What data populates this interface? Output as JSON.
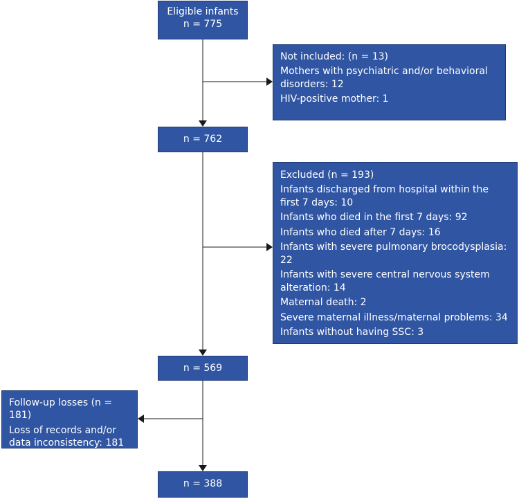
{
  "flowchart": {
    "eligible": {
      "title": "Eligible infants",
      "count": "n = 775"
    },
    "not_included": {
      "title": "Not included: (n = 13)",
      "items": [
        "Mothers with psychiatric and/or behavioral disorders: 12",
        "HIV-positive mother: 1"
      ]
    },
    "stage2": {
      "count": "n = 762"
    },
    "excluded": {
      "title": "Excluded (n = 193)",
      "items": [
        "Infants discharged from hospital within the first 7 days: 10",
        "Infants who died in the first 7 days: 92",
        "Infants who died after 7 days: 16",
        "Infants with severe pulmonary brocodysplasia: 22",
        "Infants with severe central nervous system alteration: 14",
        "Maternal death: 2",
        "Severe maternal illness/maternal problems: 34",
        "Infants without having SSC: 3"
      ]
    },
    "stage3": {
      "count": "n = 569"
    },
    "follow_up_losses": {
      "title": "Follow-up losses (n = 181)",
      "items": [
        "Loss of records and/or data inconsistency: 181"
      ]
    },
    "final": {
      "count": "n = 388"
    }
  },
  "colors": {
    "box_fill": "#2f55a3",
    "box_text": "#ffffff",
    "connector": "#1a1a1a"
  }
}
